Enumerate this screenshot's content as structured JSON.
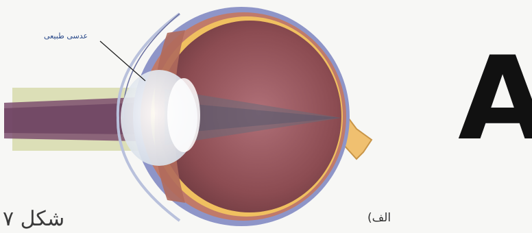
{
  "annotation": {
    "lens_label": "عدسی طبیعی"
  },
  "big_letter": "A",
  "caption_label": "الف)",
  "figure_number": "شکل ۷",
  "colors": {
    "background": "#f7f7f5",
    "incoming_beam": "#d8dbb0",
    "outer_wall": "#8e95c8",
    "choroid": "#c07a6a",
    "retina_layer": "#f0c060",
    "vitreous": "#8a4a50",
    "optic_nerve": "#f0c070",
    "lens": "#e9eef4",
    "focus_cone": "#6a6a78"
  }
}
